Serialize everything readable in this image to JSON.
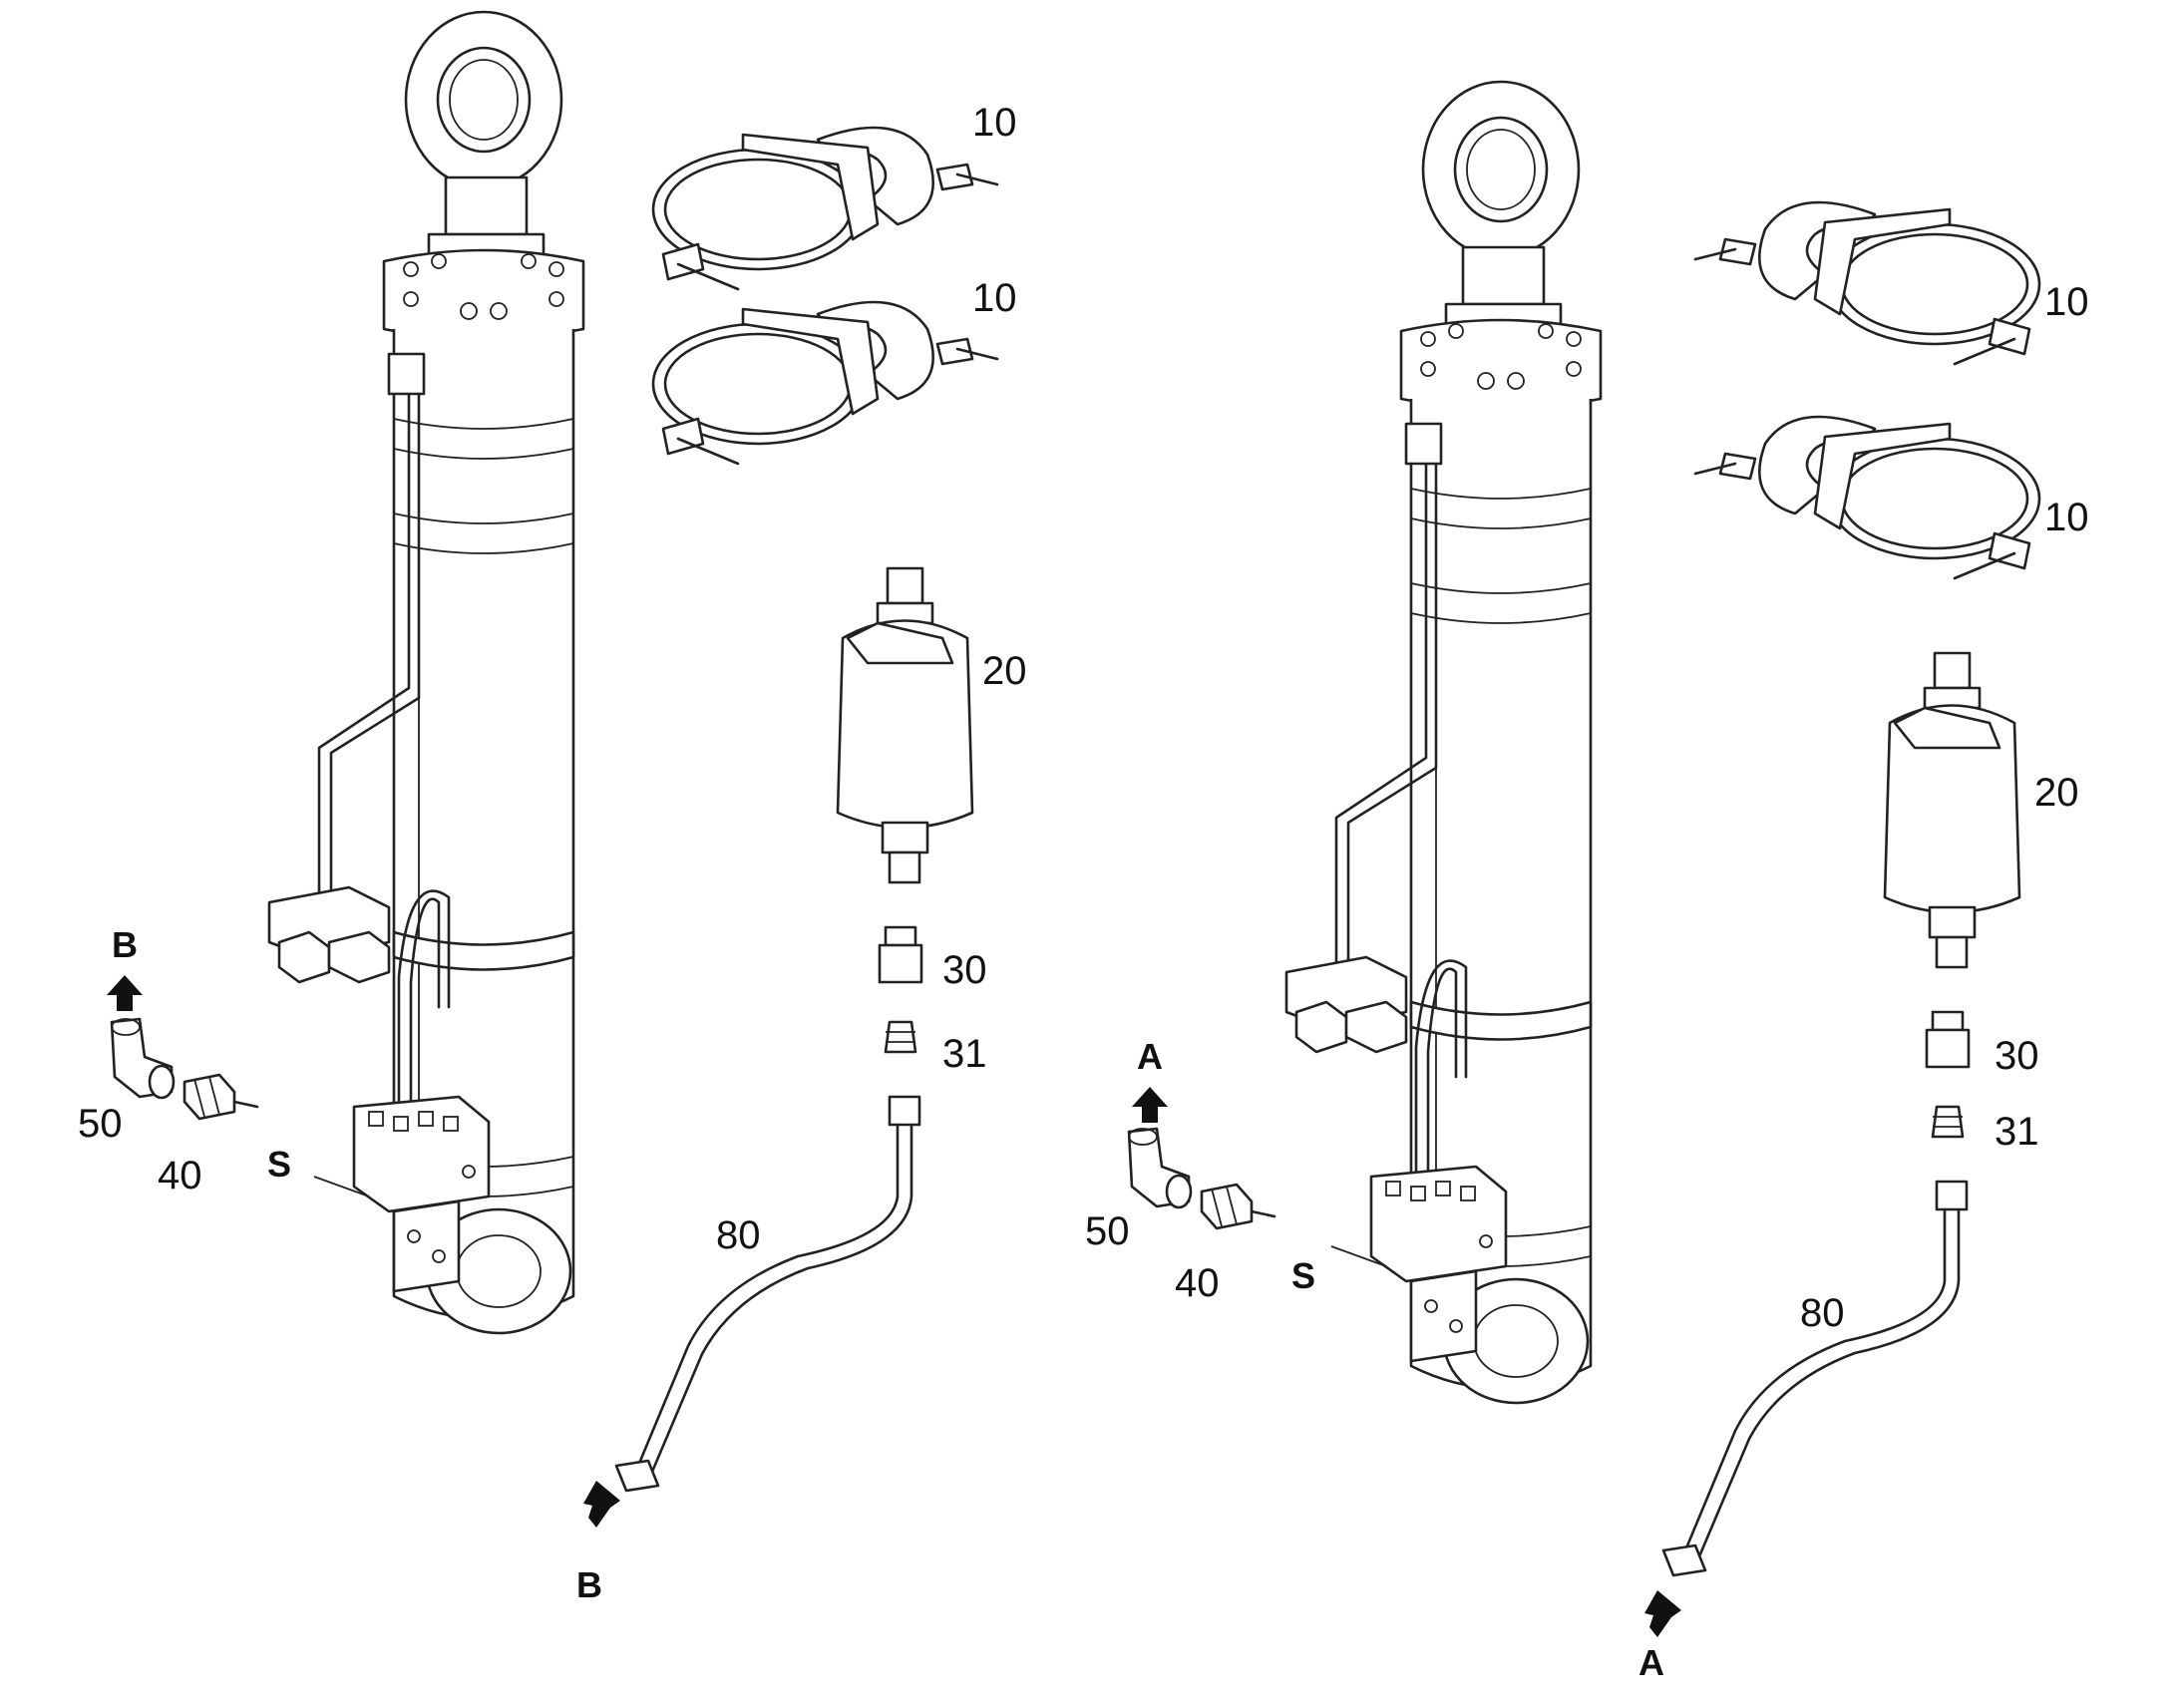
{
  "diagram": {
    "assemblies": [
      {
        "name": "left",
        "clamp_upper_label": "10",
        "clamp_lower_label": "10",
        "accumulator_label": "20",
        "adapter_label": "30",
        "nipple_label": "31",
        "pipe_label": "80",
        "elbow_label": "50",
        "fitting_label": "40",
        "port_top": "B",
        "port_pipe_end": "B",
        "valve_label": "S"
      },
      {
        "name": "right",
        "clamp_upper_label": "10",
        "clamp_lower_label": "10",
        "accumulator_label": "20",
        "adapter_label": "30",
        "nipple_label": "31",
        "pipe_label": "80",
        "elbow_label": "50",
        "fitting_label": "40",
        "port_top": "A",
        "port_pipe_end": "A",
        "valve_label": "S"
      }
    ]
  }
}
